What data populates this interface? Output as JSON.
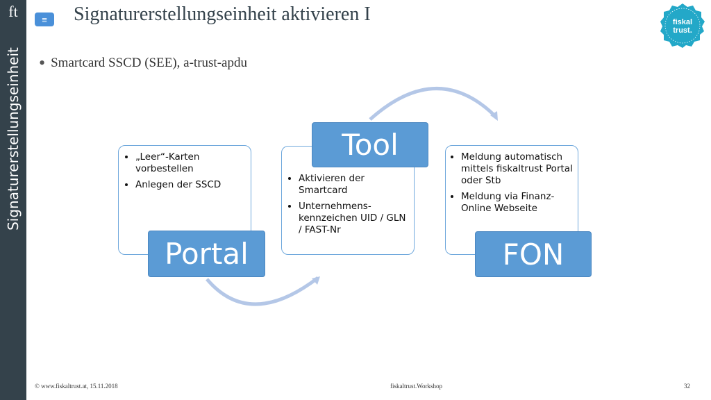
{
  "sidebar": {
    "logo": "ft",
    "vertical_label": "Signaturerstellungseinheit"
  },
  "menu_button": {
    "glyph": "≡"
  },
  "title": "Signaturerstellungseinheit aktivieren I",
  "subtitle": "Smartcard SSCD (SEE), a-trust-apdu",
  "seal": {
    "line1": "fiskal",
    "line2": "trust."
  },
  "steps": [
    {
      "label": "Portal",
      "items": [
        "„Leer“-Karten vorbestellen",
        "Anlegen der SSCD"
      ]
    },
    {
      "label": "Tool",
      "items": [
        "Aktivieren der Smartcard",
        "Unternehmens-kennzeichen UID / GLN / FAST-Nr"
      ]
    },
    {
      "label": "FON",
      "items": [
        "Meldung automatisch mittels fiskaltrust Portal oder Stb",
        "Meldung via Finanz-Online Webseite"
      ]
    }
  ],
  "footer": {
    "left": "© www.fiskaltrust.at, 15.11.2018",
    "center": "fiskaltrust.Workshop",
    "page": "32"
  },
  "colors": {
    "sidebar": "#34424b",
    "accent": "#5b9bd5",
    "arrow": "#b4c7e7"
  }
}
